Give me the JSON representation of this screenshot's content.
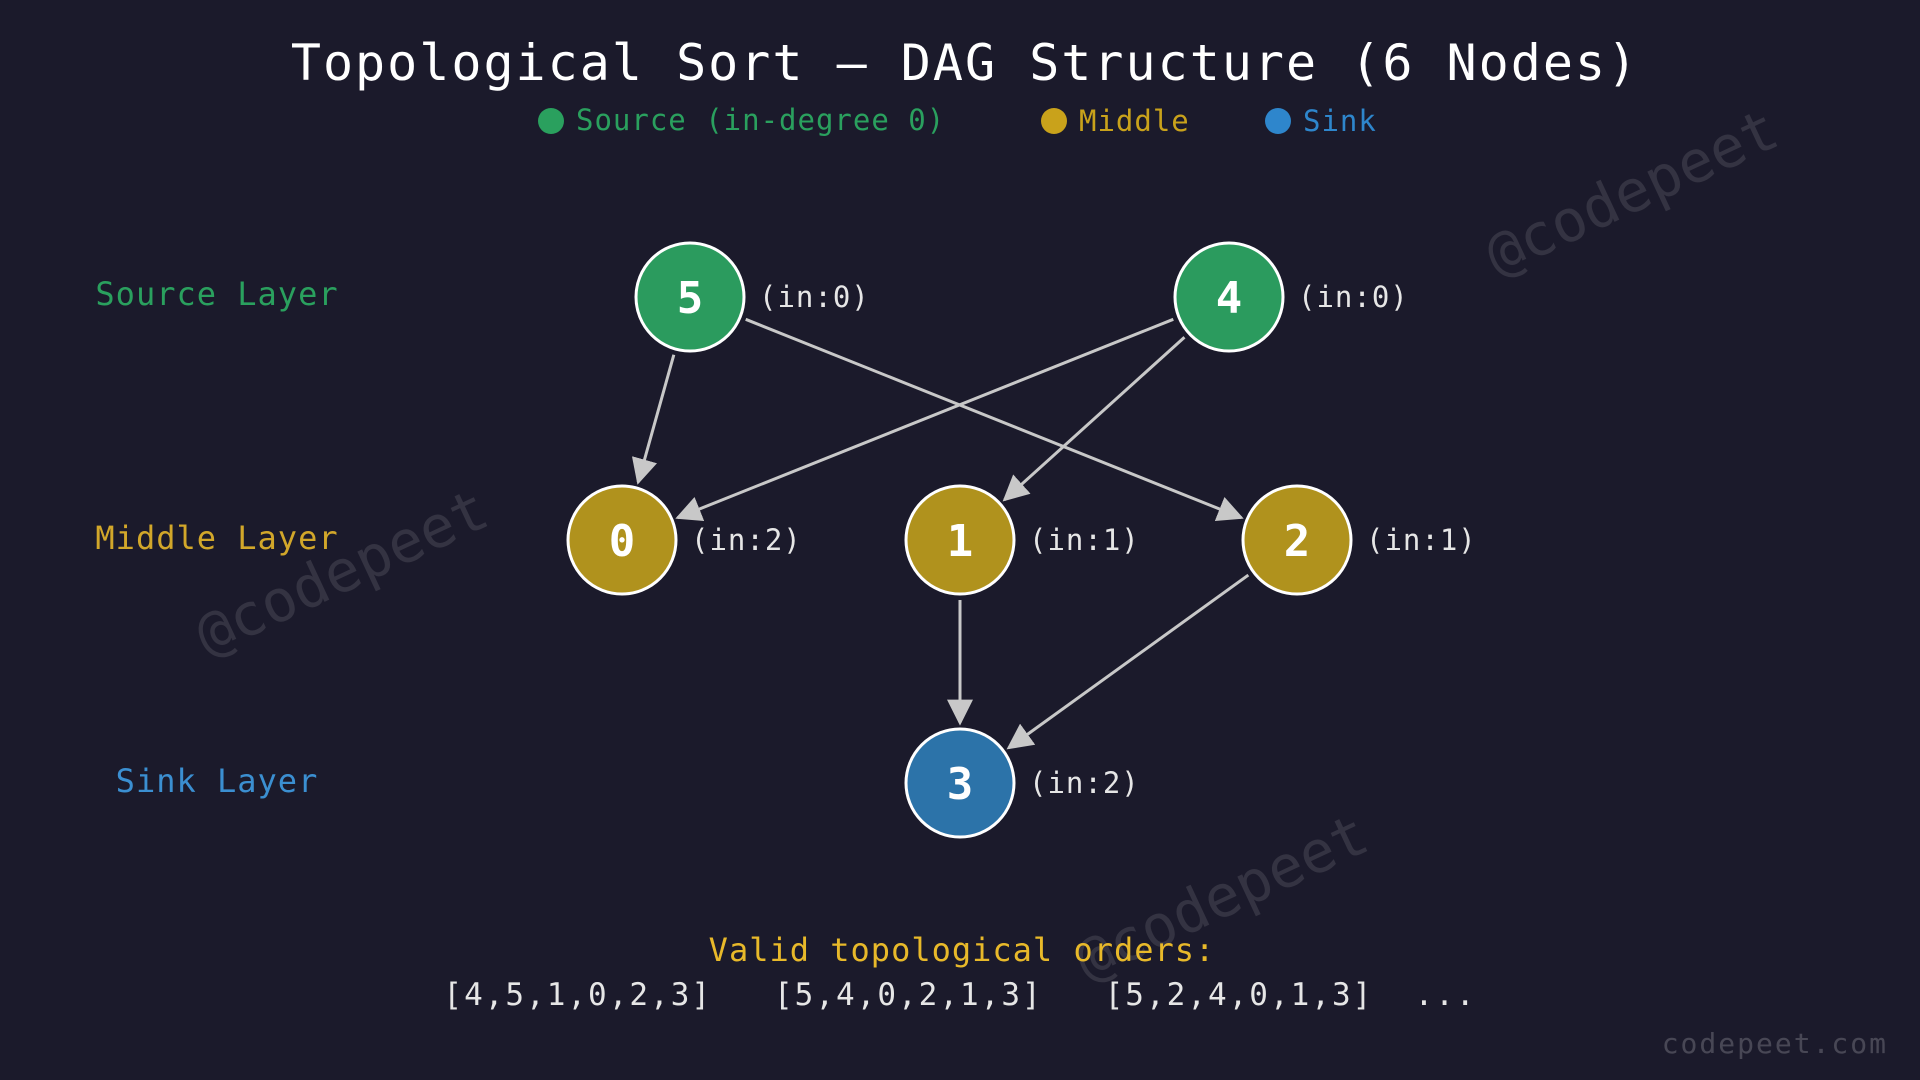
{
  "title": "Topological Sort — DAG Structure (6 Nodes)",
  "legend": [
    {
      "label": "Source (in-degree 0)",
      "color": "#2aa05e"
    },
    {
      "label": "Middle",
      "color": "#c9a21b"
    },
    {
      "label": "Sink",
      "color": "#2e86cc"
    }
  ],
  "layers": {
    "source": "Source Layer",
    "middle": "Middle Layer",
    "sink": "Sink Layer"
  },
  "colors": {
    "background": "#1b1a2b",
    "source_text": "#2aa05e",
    "middle_text": "#d2a72a",
    "sink_text": "#3b8fd1",
    "source_fill": "#2b9b5e",
    "middle_fill": "#b0921d",
    "sink_fill": "#2c73a9",
    "edge": "#c8c8c8"
  },
  "nodes": [
    {
      "id": "5",
      "layer": "source",
      "indegree": "(in:0)"
    },
    {
      "id": "4",
      "layer": "source",
      "indegree": "(in:0)"
    },
    {
      "id": "0",
      "layer": "middle",
      "indegree": "(in:2)"
    },
    {
      "id": "1",
      "layer": "middle",
      "indegree": "(in:1)"
    },
    {
      "id": "2",
      "layer": "middle",
      "indegree": "(in:1)"
    },
    {
      "id": "3",
      "layer": "sink",
      "indegree": "(in:2)"
    }
  ],
  "edges": [
    {
      "from": "5",
      "to": "0"
    },
    {
      "from": "5",
      "to": "2"
    },
    {
      "from": "4",
      "to": "0"
    },
    {
      "from": "4",
      "to": "1"
    },
    {
      "from": "1",
      "to": "3"
    },
    {
      "from": "2",
      "to": "3"
    }
  ],
  "orders": {
    "title": "Valid topological orders:",
    "list": "[4,5,1,0,2,3]   [5,4,0,2,1,3]   [5,2,4,0,1,3]  ..."
  },
  "watermark": "@codepeet",
  "footer": "codepeet.com"
}
